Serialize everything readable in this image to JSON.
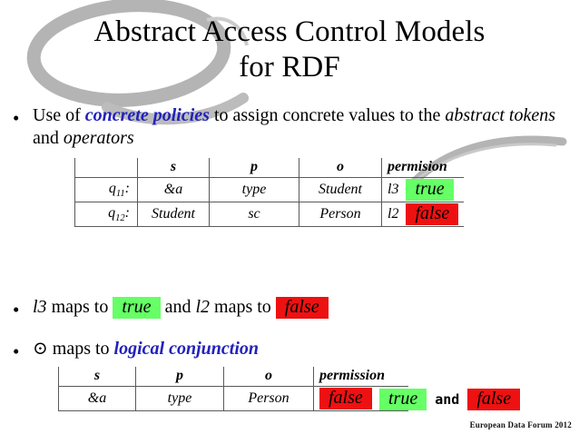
{
  "slide": {
    "title_line1": "Abstract Access Control Models",
    "title_line2": "for RDF",
    "footer": "European Data Forum 2012",
    "colors": {
      "true_highlight": "#66ff66",
      "false_highlight": "#ee1111",
      "emphasis_blue": "#2222bb",
      "rule_gray": "#595959",
      "decoration_gray": "#b0b0b0"
    }
  },
  "bullets": {
    "bullet1": {
      "marker": "•",
      "part1": "Use of ",
      "emphasis1": "concrete policies",
      "part2": " to assign concrete values to the ",
      "emphasis2": "abstract tokens",
      "part3": " and ",
      "emphasis3": "operators"
    },
    "bullet2": {
      "marker": "•",
      "token1": "l3",
      "part1": " maps to ",
      "value1": "true",
      "part2": " and ",
      "token2": "l2",
      "part3": " maps to ",
      "value2": "false"
    },
    "bullet3": {
      "marker": "•",
      "operator": "⊙",
      "part1": " maps to ",
      "emphasis1": "logical conjunction"
    }
  },
  "table_top": {
    "headers": {
      "label": "",
      "s": "s",
      "p": "p",
      "o": "o",
      "permission": "permision"
    },
    "rows": [
      {
        "label": "q",
        "label_sub": "11",
        "label_suffix": ":",
        "s": "&a",
        "p": "type",
        "o": "Student",
        "perm_token": "l3",
        "perm_value": "true",
        "perm_state": "true"
      },
      {
        "label": "q",
        "label_sub": "12",
        "label_suffix": ":",
        "s": "Student",
        "p": "sc",
        "o": "Person",
        "perm_token": "l2",
        "perm_value": "false",
        "perm_state": "false"
      }
    ]
  },
  "table_bottom": {
    "headers": {
      "s": "s",
      "p": "p",
      "o": "o",
      "permission": "permission"
    },
    "rows": [
      {
        "s": "&a",
        "p": "type",
        "o": "Person",
        "perm_value": "false",
        "perm_state": "false"
      }
    ],
    "expression": {
      "left_value": "true",
      "operator": "and",
      "right_value": "false"
    }
  }
}
